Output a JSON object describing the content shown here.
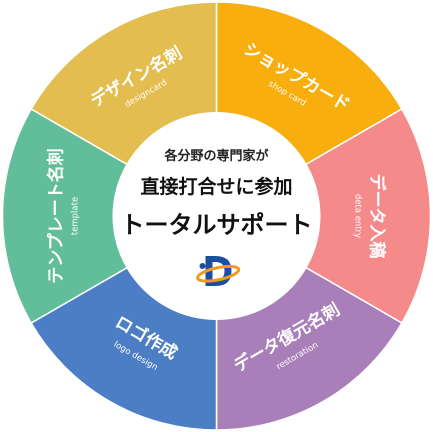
{
  "center": {
    "line1": "各分野の専門家が",
    "line2": "直接打合せに参加",
    "line3": "トータルサポート",
    "logo_icon": "company-logo-icon"
  },
  "segments": [
    {
      "id": "shop-card",
      "title": "ショップカード",
      "subtitle": "shop card",
      "color": "#f8ae0f"
    },
    {
      "id": "data-entry",
      "title": "データ入稿",
      "subtitle": "deta entry",
      "color": "#f48b8a"
    },
    {
      "id": "restoration",
      "title": "データ復元名刺",
      "subtitle": "restoration",
      "color": "#a97fba"
    },
    {
      "id": "logo-design",
      "title": "ロゴ作成",
      "subtitle": "logo design",
      "color": "#4b7ec4"
    },
    {
      "id": "template",
      "title": "テンプレート名刺",
      "subtitle": "template",
      "color": "#62be9a"
    },
    {
      "id": "designcard",
      "title": "デザイン名刺",
      "subtitle": "designcard",
      "color": "#e3bd4f"
    }
  ],
  "colors": {
    "logo_blue": "#1d4fa0",
    "logo_orange": "#f29a1f",
    "center_fill": "#ffffff"
  }
}
